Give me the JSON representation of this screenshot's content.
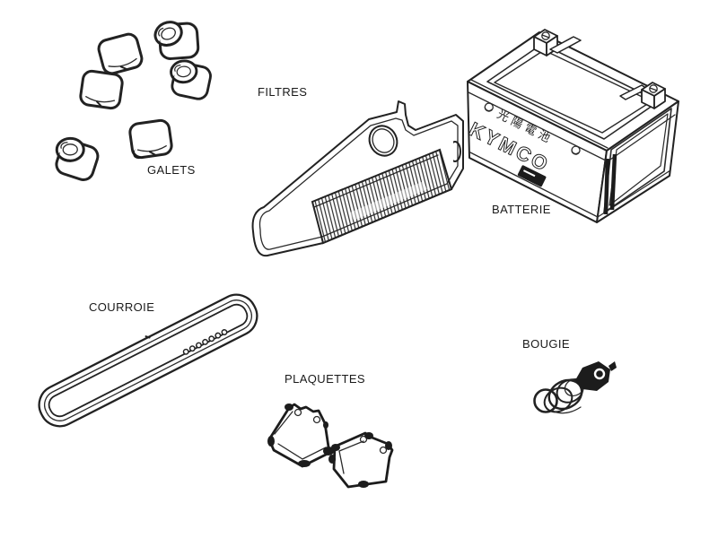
{
  "diagram": {
    "background": "#ffffff",
    "ink": "#222222",
    "parts": {
      "galets": {
        "label": "GALETS"
      },
      "filtres": {
        "label": "FILTRES"
      },
      "batterie": {
        "label": "BATTERIE",
        "battery_brand": "KYMCO",
        "battery_brand_cn": "光陽電池"
      },
      "courroie": {
        "label": "COURROIE"
      },
      "plaquettes": {
        "label": "PLAQUETTES"
      },
      "bougie": {
        "label": "BOUGIE"
      }
    }
  }
}
